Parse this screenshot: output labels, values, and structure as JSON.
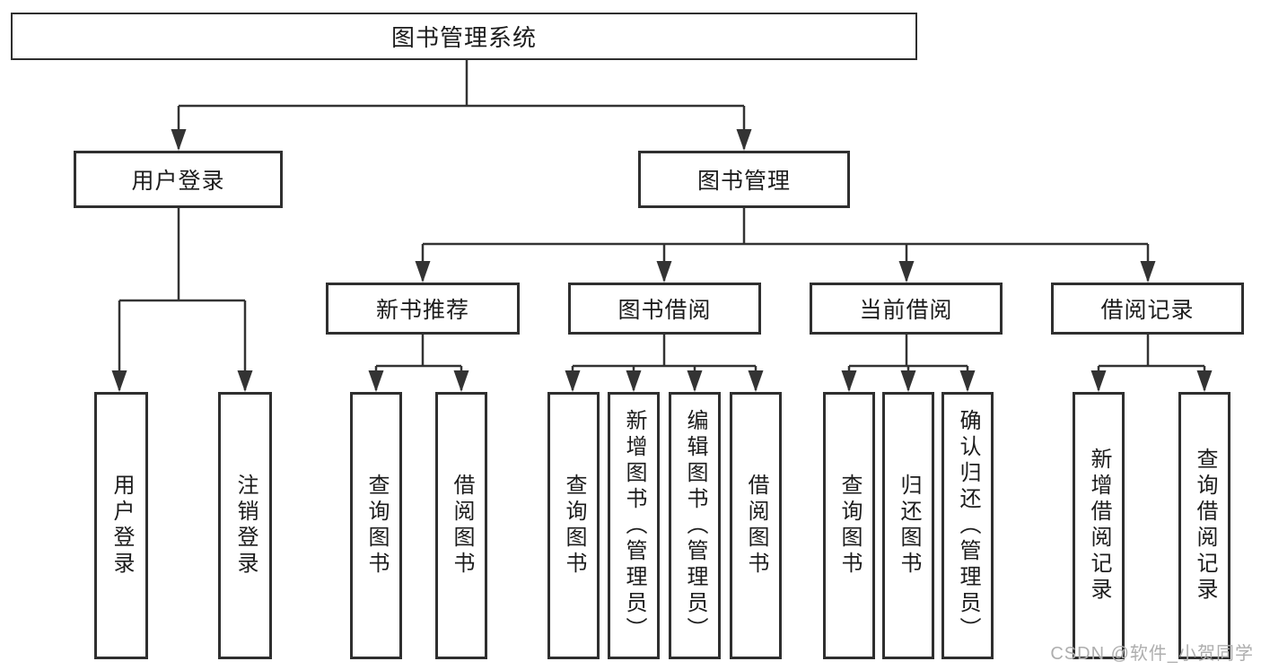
{
  "diagram": {
    "title": "图书管理系统",
    "branches": [
      {
        "label": "用户登录",
        "children": [
          {
            "label": "用户登录"
          },
          {
            "label": "注销登录"
          }
        ]
      },
      {
        "label": "图书管理",
        "children": [
          {
            "label": "新书推荐",
            "children": [
              {
                "label": "查询图书"
              },
              {
                "label": "借阅图书"
              }
            ]
          },
          {
            "label": "图书借阅",
            "children": [
              {
                "label": "查询图书"
              },
              {
                "label": "新增图书（管理员）"
              },
              {
                "label": "编辑图书（管理员）"
              },
              {
                "label": "借阅图书"
              }
            ]
          },
          {
            "label": "当前借阅",
            "children": [
              {
                "label": "查询图书"
              },
              {
                "label": "归还图书"
              },
              {
                "label": "确认归还（管理员）"
              }
            ]
          },
          {
            "label": "借阅记录",
            "children": [
              {
                "label": "新增借阅记录"
              },
              {
                "label": "查询借阅记录"
              }
            ]
          }
        ]
      }
    ]
  },
  "watermark": {
    "text": "CSDN @软件_小贺同学"
  },
  "colors": {
    "line": "#333333",
    "border": "#2f2f2f",
    "text": "#1c1c1c",
    "watermark": "#aeaeae",
    "background": "#ffffff"
  }
}
